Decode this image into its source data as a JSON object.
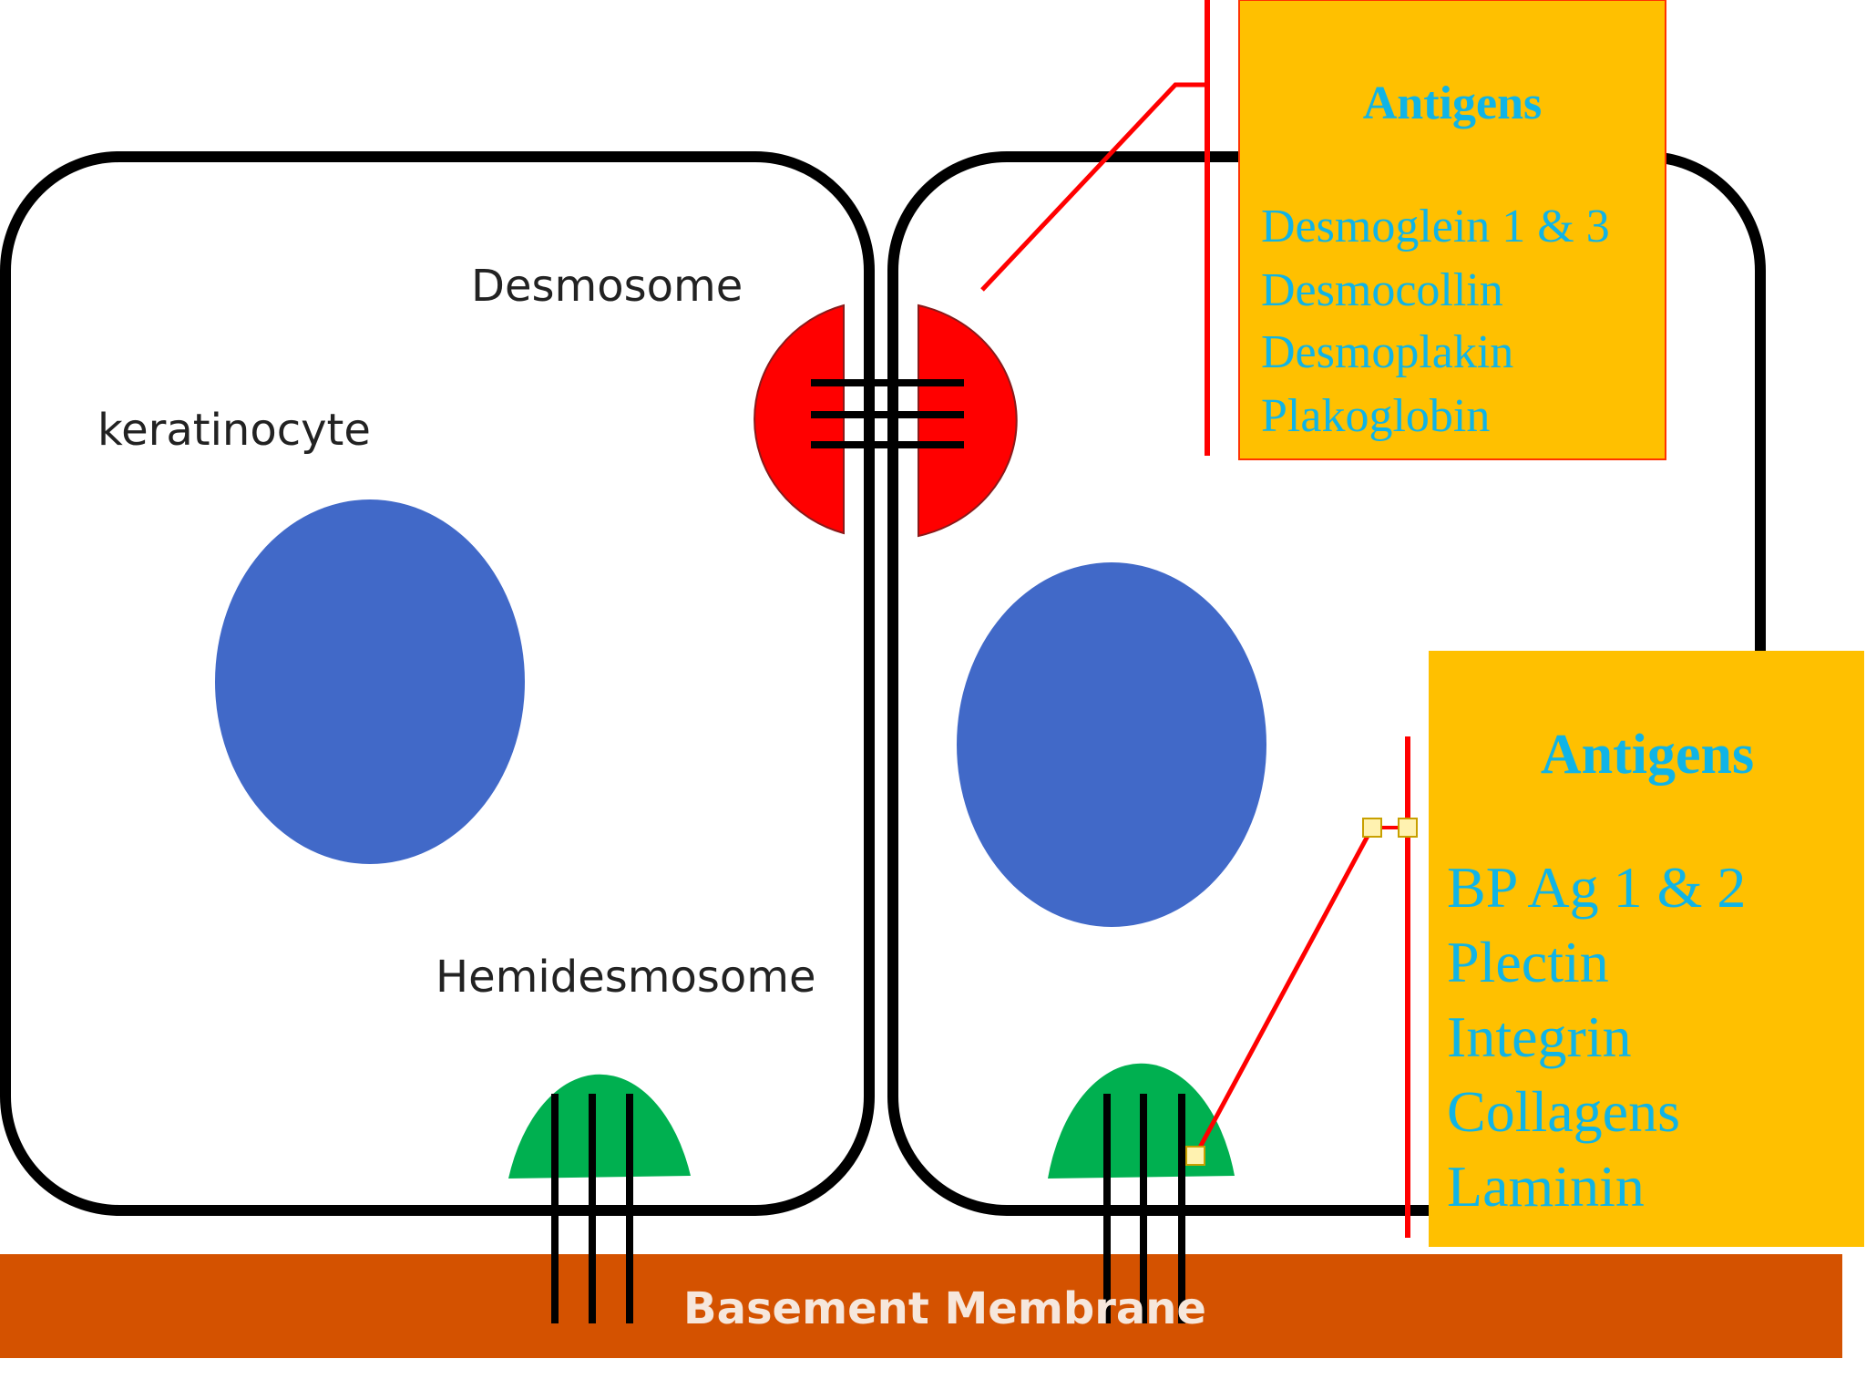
{
  "labels": {
    "keratinocyte": "keratinocyte",
    "desmosome": "Desmosome",
    "hemidesmosome": "Hemidesmosome",
    "basement_membrane": "Basement Membrane"
  },
  "desmosome_antigens": {
    "title": "Antigens",
    "items": [
      "Desmoglein 1 & 3",
      "Desmocollin",
      "Desmoplakin",
      "Plakoglobin"
    ]
  },
  "hemidesmosome_antigens": {
    "title": "Antigens",
    "items": [
      "BP Ag 1 & 2",
      "Plectin",
      "Integrin",
      "Collagens",
      "Laminin"
    ]
  },
  "colors": {
    "cell_outline": "#000000",
    "nucleus": "#4169c8",
    "desmosome": "#ff0000",
    "hemidesmosome": "#00b050",
    "basement_membrane": "#d45200",
    "antigen_box": "#ffc000",
    "antigen_text": "#10b4e6",
    "pointer_line": "#ff0000"
  }
}
